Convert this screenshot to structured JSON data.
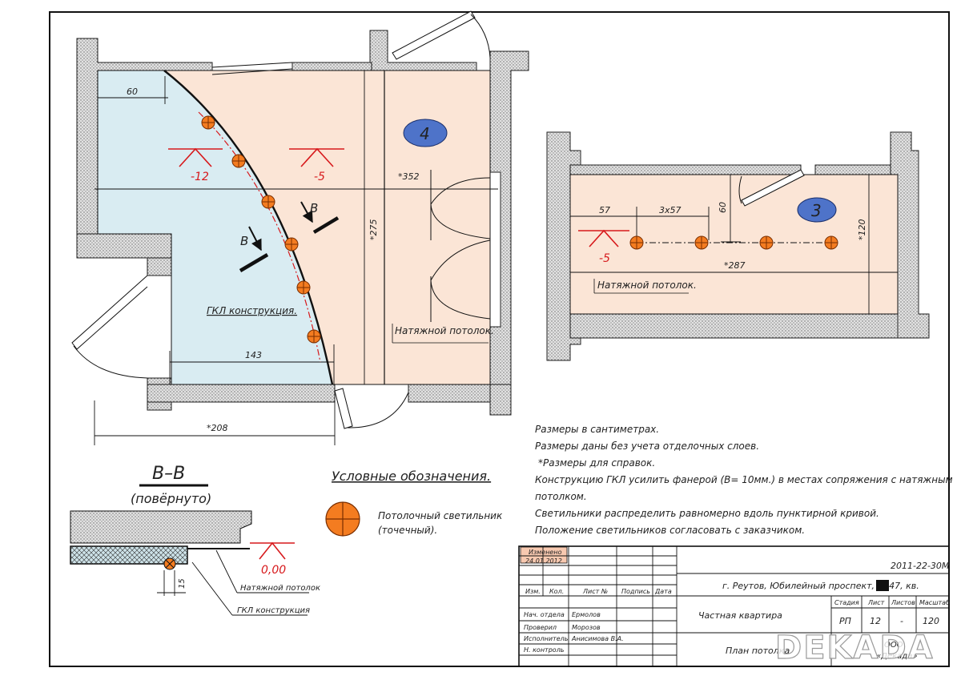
{
  "plan": {
    "dims": {
      "d60": "60",
      "d143": "143",
      "d208": "*208",
      "d352": "*352",
      "d275": "*275",
      "r3_57": "57",
      "r3_3x57": "3х57",
      "r3_60": "60",
      "r3_287": "*287",
      "r3_120": "*120"
    },
    "room4": {
      "number": "4",
      "ceiling_label": "Натяжной потолок."
    },
    "room3": {
      "number": "3",
      "ceiling_label": "Натяжной потолок."
    },
    "gkl_label": "ГКЛ конструкция.",
    "levels": {
      "a": "-12",
      "b": "-5",
      "c": "-5"
    },
    "section_marks": {
      "m1": "В",
      "m2": "В"
    }
  },
  "section": {
    "title": "В–В",
    "subtitle": "(повёрнуто)",
    "level": "0,00",
    "dim": "15",
    "label_stretch": "Натяжной потолок",
    "label_gkl": "ГКЛ конструкция"
  },
  "legend": {
    "title": "Условные обозначения.",
    "item_line1": "Потолочный светильник",
    "item_line2": "(точечный)."
  },
  "notes": [
    "Размеры в сантиметрах.",
    "Размеры даны без учета отделочных слоев.",
    "*Размеры для справок.",
    "Конструкцию ГКЛ усилить фанерой (В= 10мм.) в местах сопряжения с натяжным",
    "потолком.",
    "Светильники распределить равномерно вдоль пунктирной кривой.",
    "Положение светильников согласовать с заказчиком."
  ],
  "title_block": {
    "changed": "Изменено",
    "changed_date": "24.01.2012",
    "code": "2011-22-30М",
    "address": "г. Реутов, Юбилейный проспект, д. 47, кв.",
    "headers": {
      "izm": "Изм.",
      "kol": "Кол.",
      "list": "Лист №",
      "sign": "Подпись",
      "date": "Дата"
    },
    "roles": [
      "Нач. отдела",
      "Проверил",
      "Исполнитель",
      "Н. контроль"
    ],
    "names": [
      "Ермолов",
      "Морозов",
      "Анисимова В.А.",
      ""
    ],
    "project": "Частная квартира",
    "sheet_title": "План потолка",
    "stage_h": "Стадия",
    "sheet_h": "Лист",
    "sheets_h": "Листов",
    "scale_h": "Масштаб",
    "stage": "РП",
    "sheet": "12",
    "sheets": "-",
    "scale": "120",
    "org1": "ООО",
    "org2": "«Декада»"
  },
  "watermark": "DEKADA",
  "colors": {
    "gkl_fill": "#d9ecf2",
    "stretch_fill": "#fbe5d6",
    "lamp": "#f47c20",
    "room_badge": "#4e73c9",
    "level_mark": "#d7191c",
    "changed_fill": "#f8c9b0"
  }
}
